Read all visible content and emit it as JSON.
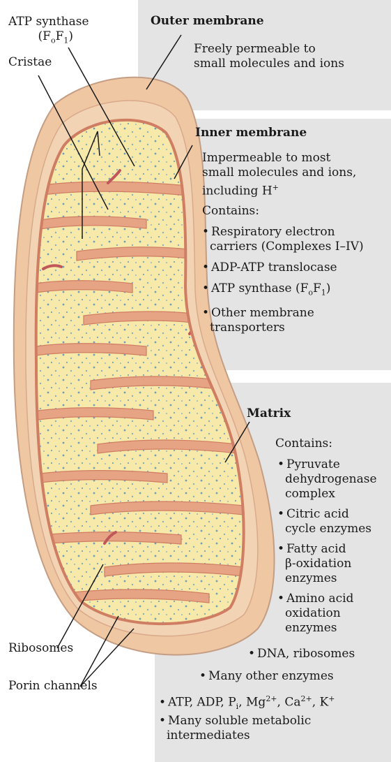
{
  "colors": {
    "panel": "#e4e4e5",
    "outer_membrane": "#efc7a2",
    "inner_membrane": "#d98b6a",
    "matrix": "#f6e9a9"
  },
  "labels": {
    "atp_synthase_line1": "ATP synthase",
    "atp_synthase_line2": "(FoF1)",
    "cristae": "Cristae",
    "ribosomes": "Ribosomes",
    "porin_channels": "Porin channels"
  },
  "outer_membrane": {
    "title": "Outer membrane",
    "desc": [
      "Freely permeable to",
      "small molecules and ions"
    ]
  },
  "inner_membrane": {
    "title": "Inner membrane",
    "desc": [
      "Impermeable to most",
      "small molecules and ions,",
      "including H+"
    ],
    "contains_label": "Contains:",
    "items": [
      [
        "Respiratory electron",
        "carriers (Complexes I–IV)"
      ],
      [
        "ADP-ATP translocase"
      ],
      [
        "ATP synthase (FoF1)"
      ],
      [
        "Other membrane",
        "transporters"
      ]
    ]
  },
  "matrix": {
    "title": "Matrix",
    "contains_label": "Contains:",
    "items": [
      [
        "Pyruvate",
        "dehydrogenase",
        "complex"
      ],
      [
        "Citric acid",
        "cycle enzymes"
      ],
      [
        "Fatty acid",
        "β-oxidation",
        "enzymes"
      ],
      [
        "Amino acid",
        "oxidation",
        "enzymes"
      ],
      [
        "DNA, ribosomes"
      ],
      [
        "Many other enzymes"
      ],
      [
        "ATP, ADP, Pi, Mg2+, Ca2+, K+"
      ],
      [
        "Many soluble metabolic",
        "intermediates"
      ]
    ]
  }
}
